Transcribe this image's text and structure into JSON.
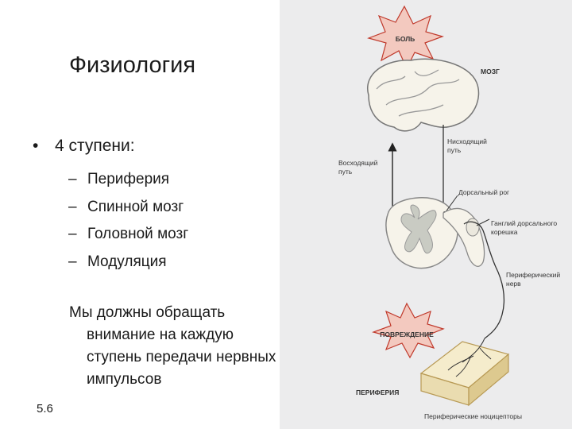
{
  "slide": {
    "title": "Физиология",
    "bullet_main": "4 ступени:",
    "sub_items": [
      "Периферия",
      "Спинной мозг",
      "Головной мозг",
      "Модуляция"
    ],
    "paragraph": "Мы должны обращать внимание на каждую ступень передачи нервных импульсов",
    "page_number": "5.6",
    "bullet_glyph": "•",
    "dash_glyph": "–"
  },
  "diagram": {
    "pain_label": "БОЛЬ",
    "brain_label": "МОЗГ",
    "descending_path": [
      "Нисходящий",
      "путь"
    ],
    "ascending_path": [
      "Восходящий",
      "путь"
    ],
    "dorsal_horn": "Дорсальный рог",
    "dorsal_ganglion": [
      "Ганглий дорсального",
      "корешка"
    ],
    "peripheral_nerve": [
      "Периферический",
      "нерв"
    ],
    "injury_label": "ПОВРЕЖДЕНИЕ",
    "periphery_label": "ПЕРИФЕРИЯ",
    "nociceptors_label": "Периферические ноцицепторы",
    "colors": {
      "panel": "#ececed",
      "burst_fill": "#f3c9bf",
      "burst_stroke": "#c0392b",
      "tissue": "#f5eccc",
      "tissue_stroke": "#b89a55",
      "brain": "#f6f3ea",
      "gray_matter": "#c9cbc3"
    }
  }
}
